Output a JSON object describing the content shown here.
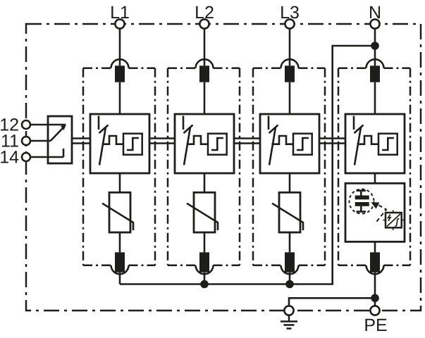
{
  "diagram": {
    "background": "#ffffff",
    "line_color": "#1d1d1b",
    "top_terminals": [
      {
        "label": "L1"
      },
      {
        "label": "L2"
      },
      {
        "label": "L3"
      },
      {
        "label": "N"
      }
    ],
    "left_terminals": [
      {
        "label": "12"
      },
      {
        "label": "11"
      },
      {
        "label": "14"
      }
    ],
    "bottom_terminals": [
      {
        "label": "PE"
      }
    ],
    "symbols": {
      "enclosure": "dash-dot-enclosure-boundary",
      "protection_module": "disconnector-with-trigger-device-icon",
      "varistor": "varistor-icon",
      "spark_gap": "encapsulated-spark-gap-icon",
      "remote_signalling_contact": "changeover-contact-icon",
      "earth": "earth-ground-icon"
    }
  }
}
